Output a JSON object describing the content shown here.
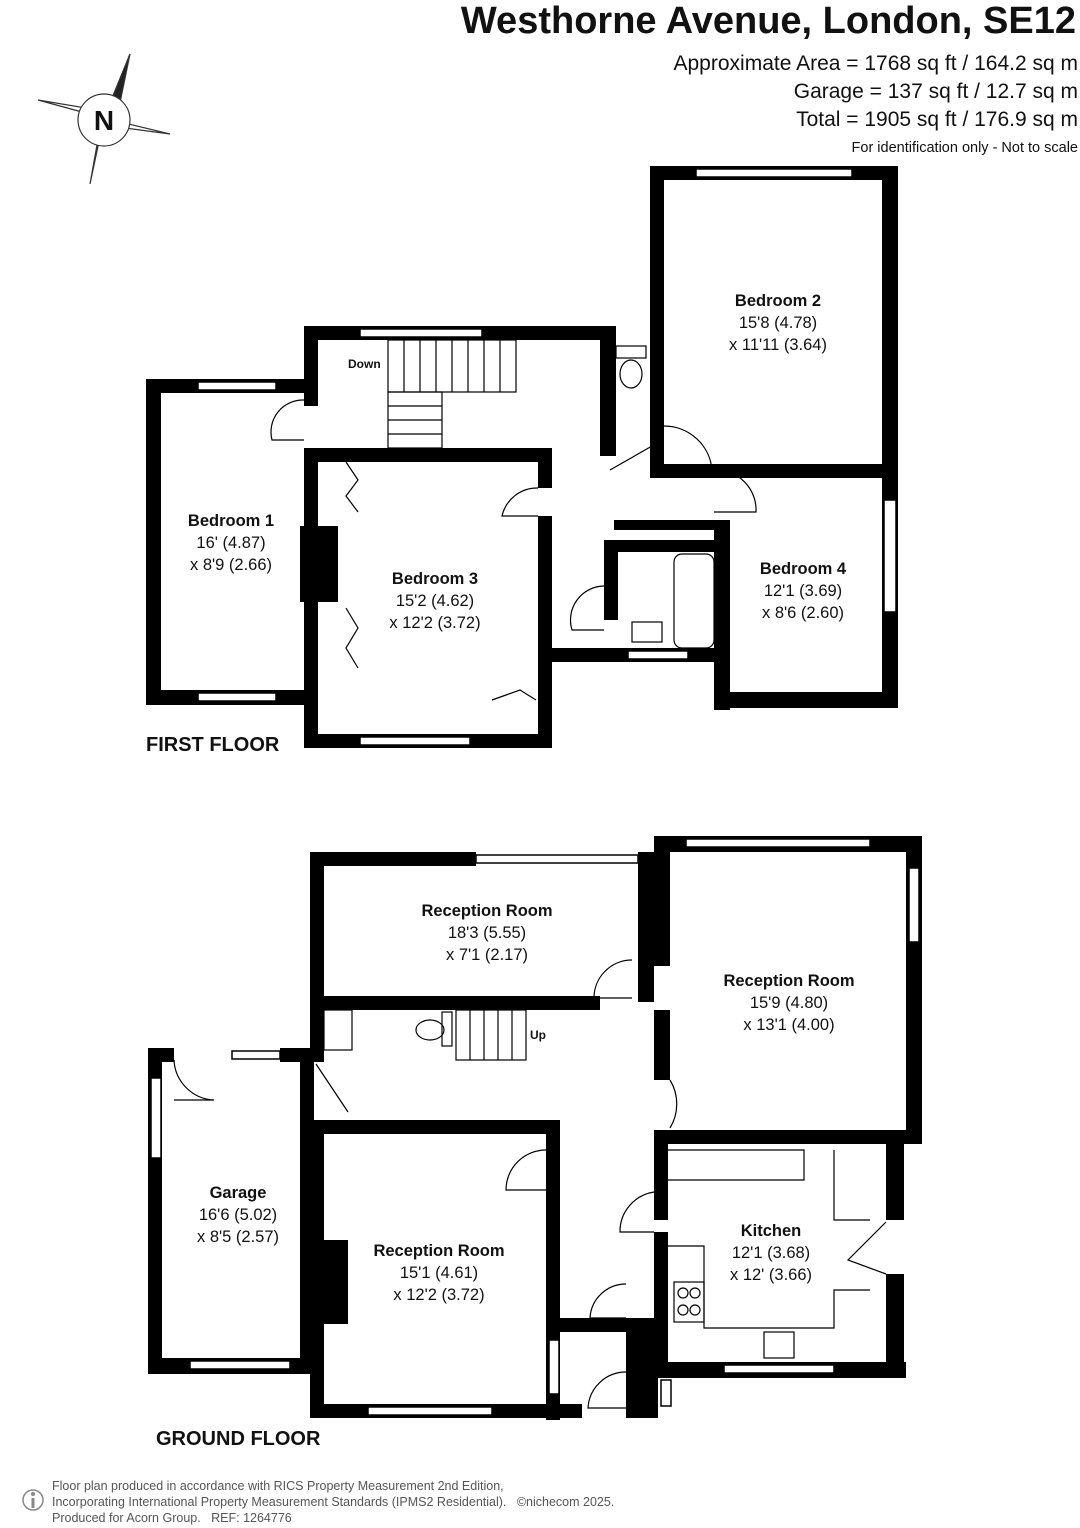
{
  "header": {
    "title": "Westhorne Avenue, London, SE12",
    "approx_area": "Approximate Area = 1768 sq ft / 164.2 sq m",
    "garage_area": "Garage = 137 sq ft / 12.7 sq m",
    "total_area": "Total = 1905 sq ft / 176.9 sq m",
    "note": "For identification only - Not to scale"
  },
  "compass": {
    "letter": "N",
    "icon": "north-compass-icon"
  },
  "first_floor": {
    "title": "FIRST FLOOR",
    "stairs_label": "Down",
    "rooms": [
      {
        "name": "Bedroom 1",
        "dim1": "16' (4.87)",
        "dim2": "x 8'9 (2.66)"
      },
      {
        "name": "Bedroom 2",
        "dim1": "15'8 (4.78)",
        "dim2": "x 11'11 (3.64)"
      },
      {
        "name": "Bedroom 3",
        "dim1": "15'2 (4.62)",
        "dim2": "x 12'2 (3.72)"
      },
      {
        "name": "Bedroom 4",
        "dim1": "12'1 (3.69)",
        "dim2": "x 8'6 (2.60)"
      }
    ]
  },
  "ground_floor": {
    "title": "GROUND FLOOR",
    "stairs_label": "Up",
    "rooms": [
      {
        "name": "Reception Room",
        "dim1": "18'3 (5.55)",
        "dim2": "x 7'1 (2.17)"
      },
      {
        "name": "Reception Room",
        "dim1": "15'9 (4.80)",
        "dim2": "x 13'1 (4.00)"
      },
      {
        "name": "Garage",
        "dim1": "16'6 (5.02)",
        "dim2": "x 8'5 (2.57)"
      },
      {
        "name": "Reception Room",
        "dim1": "15'1 (4.61)",
        "dim2": "x 12'2 (3.72)"
      },
      {
        "name": "Kitchen",
        "dim1": "12'1 (3.68)",
        "dim2": "x 12' (3.66)"
      }
    ]
  },
  "footer": {
    "line1": "Floor plan produced in accordance with RICS Property Measurement 2nd Edition,",
    "line2": "Incorporating International Property Measurement Standards (IPMS2 Residential).",
    "copyright": "©nichecom 2025.",
    "line3": "Produced for Acorn Group.",
    "ref": "REF: 1264776",
    "icon": "person-info-icon"
  },
  "colors": {
    "wall": "#000000",
    "window": "#ffffff",
    "text": "#111111",
    "footer_text": "#555555"
  }
}
